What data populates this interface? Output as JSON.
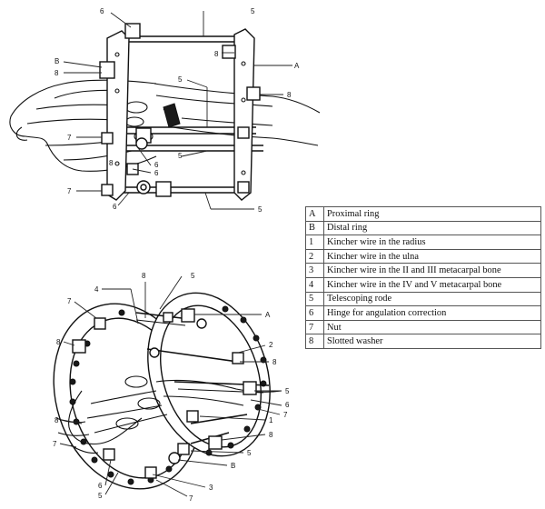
{
  "top_figure": {
    "labels": [
      "6",
      "5",
      "A",
      "B",
      "8",
      "8",
      "8",
      "8",
      "5",
      "7",
      "6",
      "6",
      "7",
      "6",
      "5",
      "5"
    ]
  },
  "bottom_figure": {
    "labels": [
      "8",
      "5",
      "4",
      "7",
      "A",
      "8",
      "2",
      "8",
      "5",
      "6",
      "7",
      "1",
      "8",
      "5",
      "B",
      "3",
      "7",
      "6",
      "5",
      "7",
      "8"
    ]
  },
  "legend": [
    {
      "key": "A",
      "text": "Proximal ring"
    },
    {
      "key": "B",
      "text": "Distal ring"
    },
    {
      "key": "1",
      "text": "Kincher wire in the radius"
    },
    {
      "key": "2",
      "text": "Kincher wire in the ulna"
    },
    {
      "key": "3",
      "text": "Kincher wire in the II and III metacarpal bone"
    },
    {
      "key": "4",
      "text": "Kincher wire in the IV and V metacarpal bone"
    },
    {
      "key": "5",
      "text": "Telescoping rode"
    },
    {
      "key": "6",
      "text": "Hinge for angulation correction"
    },
    {
      "key": "7",
      "text": "Nut"
    },
    {
      "key": "8",
      "text": "Slotted washer"
    }
  ]
}
